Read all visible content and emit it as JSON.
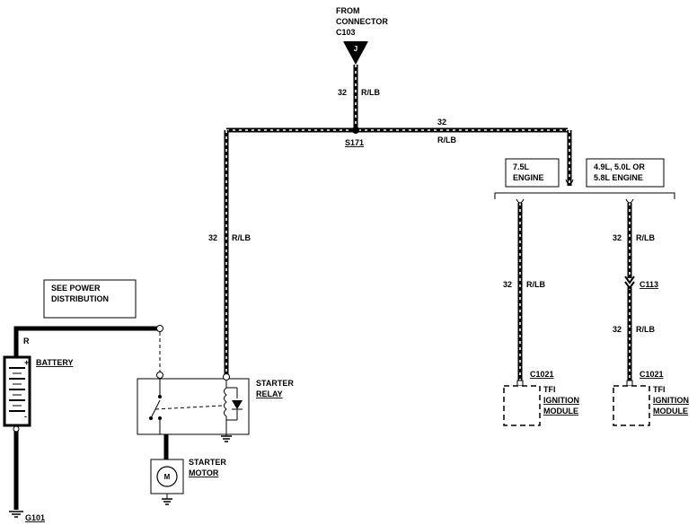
{
  "from_connector": {
    "line1": "FROM",
    "line2": "CONNECTOR",
    "line3": "C103",
    "pin": "J"
  },
  "wire": {
    "circuit": "32",
    "color": "R/LB"
  },
  "splice": "S171",
  "engine_75": {
    "line1": "7.5L",
    "line2": "ENGINE"
  },
  "engine_49": {
    "line1": "4.9L, 5.0L OR",
    "line2": "5.8L ENGINE"
  },
  "power_dist": {
    "line1": "SEE POWER",
    "line2": "DISTRIBUTION"
  },
  "battery": {
    "wire_color": "R",
    "label": "BATTERY",
    "plus": "+",
    "minus": "-"
  },
  "ground": "G101",
  "starter_relay": {
    "line1": "STARTER",
    "line2": "RELAY"
  },
  "starter_motor": {
    "line1": "STARTER",
    "line2": "MOTOR",
    "symbol": "M"
  },
  "connector_c113": "C113",
  "tfi_left": {
    "connector": "C1021",
    "line1": "TFI",
    "line2": "IGNITION",
    "line3": "MODULE"
  },
  "tfi_right": {
    "connector": "C1021",
    "line1": "TFI",
    "line2": "IGNITION",
    "line3": "MODULE"
  }
}
